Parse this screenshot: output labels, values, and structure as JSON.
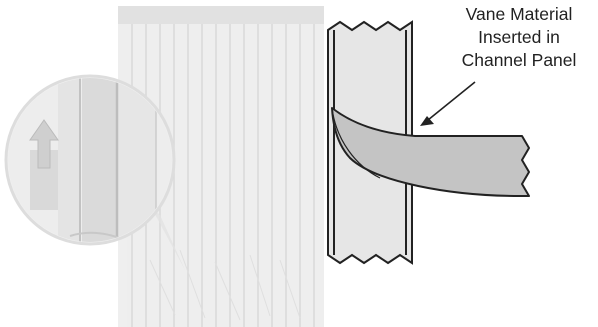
{
  "callout": {
    "lines": [
      "Vane Material",
      "Inserted in",
      "Channel Panel"
    ]
  },
  "colors": {
    "blind_light": "#e9e9e9",
    "blind_mid": "#d6d6d6",
    "blind_dark": "#bdbdbd",
    "panel_fill": "#e6e6e6",
    "vane_fill": "#c4c4c4",
    "outline": "#222222"
  },
  "icons": {
    "arrow": "up-arrow-icon"
  }
}
